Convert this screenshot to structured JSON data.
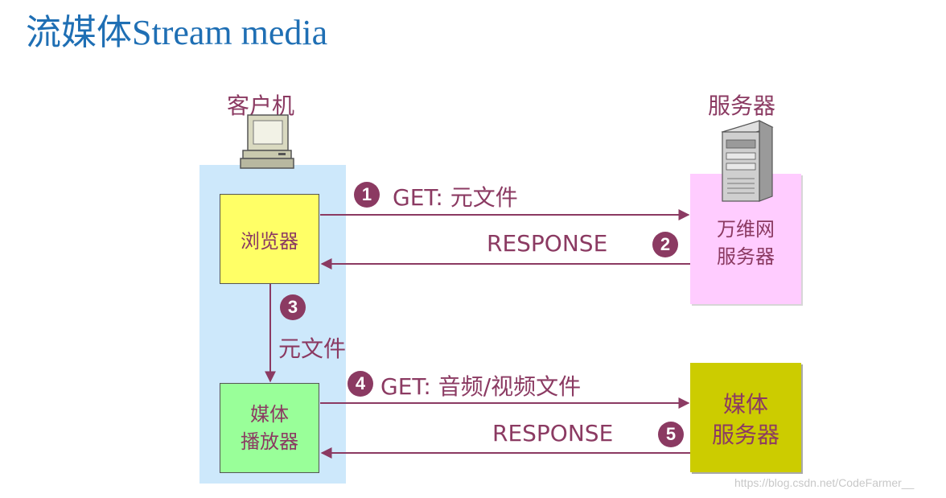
{
  "title": "流媒体Stream media",
  "client": {
    "caption": "客户机",
    "browser_label": "浏览器",
    "player_line1": "媒体",
    "player_line2": "播放器"
  },
  "web_server": {
    "caption": "服务器",
    "line1": "万维网",
    "line2": "服务器"
  },
  "media_server": {
    "line1": "媒体",
    "line2": "服务器"
  },
  "steps": [
    {
      "num": "1",
      "label": "GET: 元文件"
    },
    {
      "num": "2",
      "label": "RESPONSE"
    },
    {
      "num": "3",
      "label": "元文件"
    },
    {
      "num": "4",
      "label": "GET: 音频/视频文件"
    },
    {
      "num": "5",
      "label": "RESPONSE"
    }
  ],
  "watermark": "https://blog.csdn.net/CodeFarmer__",
  "colors": {
    "title": "#1f6fb4",
    "label": "#8b3a62",
    "client_panel": "#cde8fb",
    "web_panel": "#ffccff",
    "media_panel": "#cccc00",
    "browser_box": "#ffff66",
    "player_box": "#99ff99"
  }
}
